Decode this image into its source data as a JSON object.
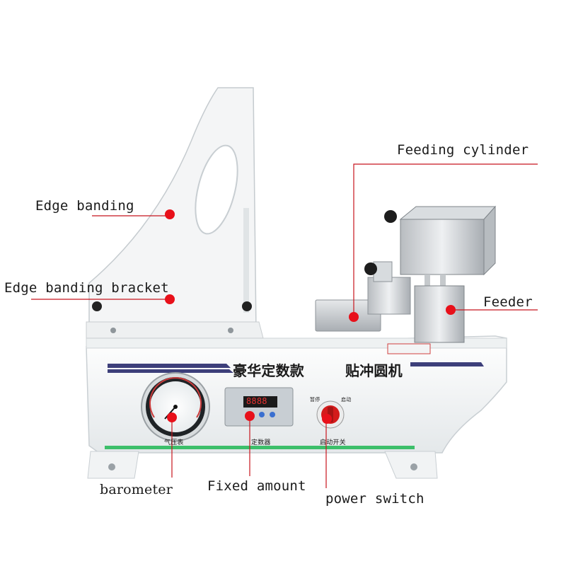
{
  "machine": {
    "title_cn": "豪华定数款",
    "title_cn_2": "贴冲圆机",
    "gauge_caption": "气压表",
    "counter_caption": "定数器",
    "switch_caption": "启动开关",
    "switch_left": "暂停",
    "switch_right": "启动",
    "counter_display": "8888"
  },
  "callouts": {
    "edge_banding": "Edge banding",
    "edge_banding_bracket": "Edge banding bracket",
    "feeding_cylinder": "Feeding cylinder",
    "feeder": "Feeder",
    "barometer": "barometer",
    "fixed_amount": "Fixed amount",
    "power_switch": "power switch"
  },
  "colors": {
    "callout_dot": "#e8101a",
    "callout_line": "#c8151d",
    "body": "#f4f6f6",
    "accent_stripe": "#3d3f7a",
    "green_strip": "#3cbf6a",
    "switch_red": "#d41b1b"
  }
}
